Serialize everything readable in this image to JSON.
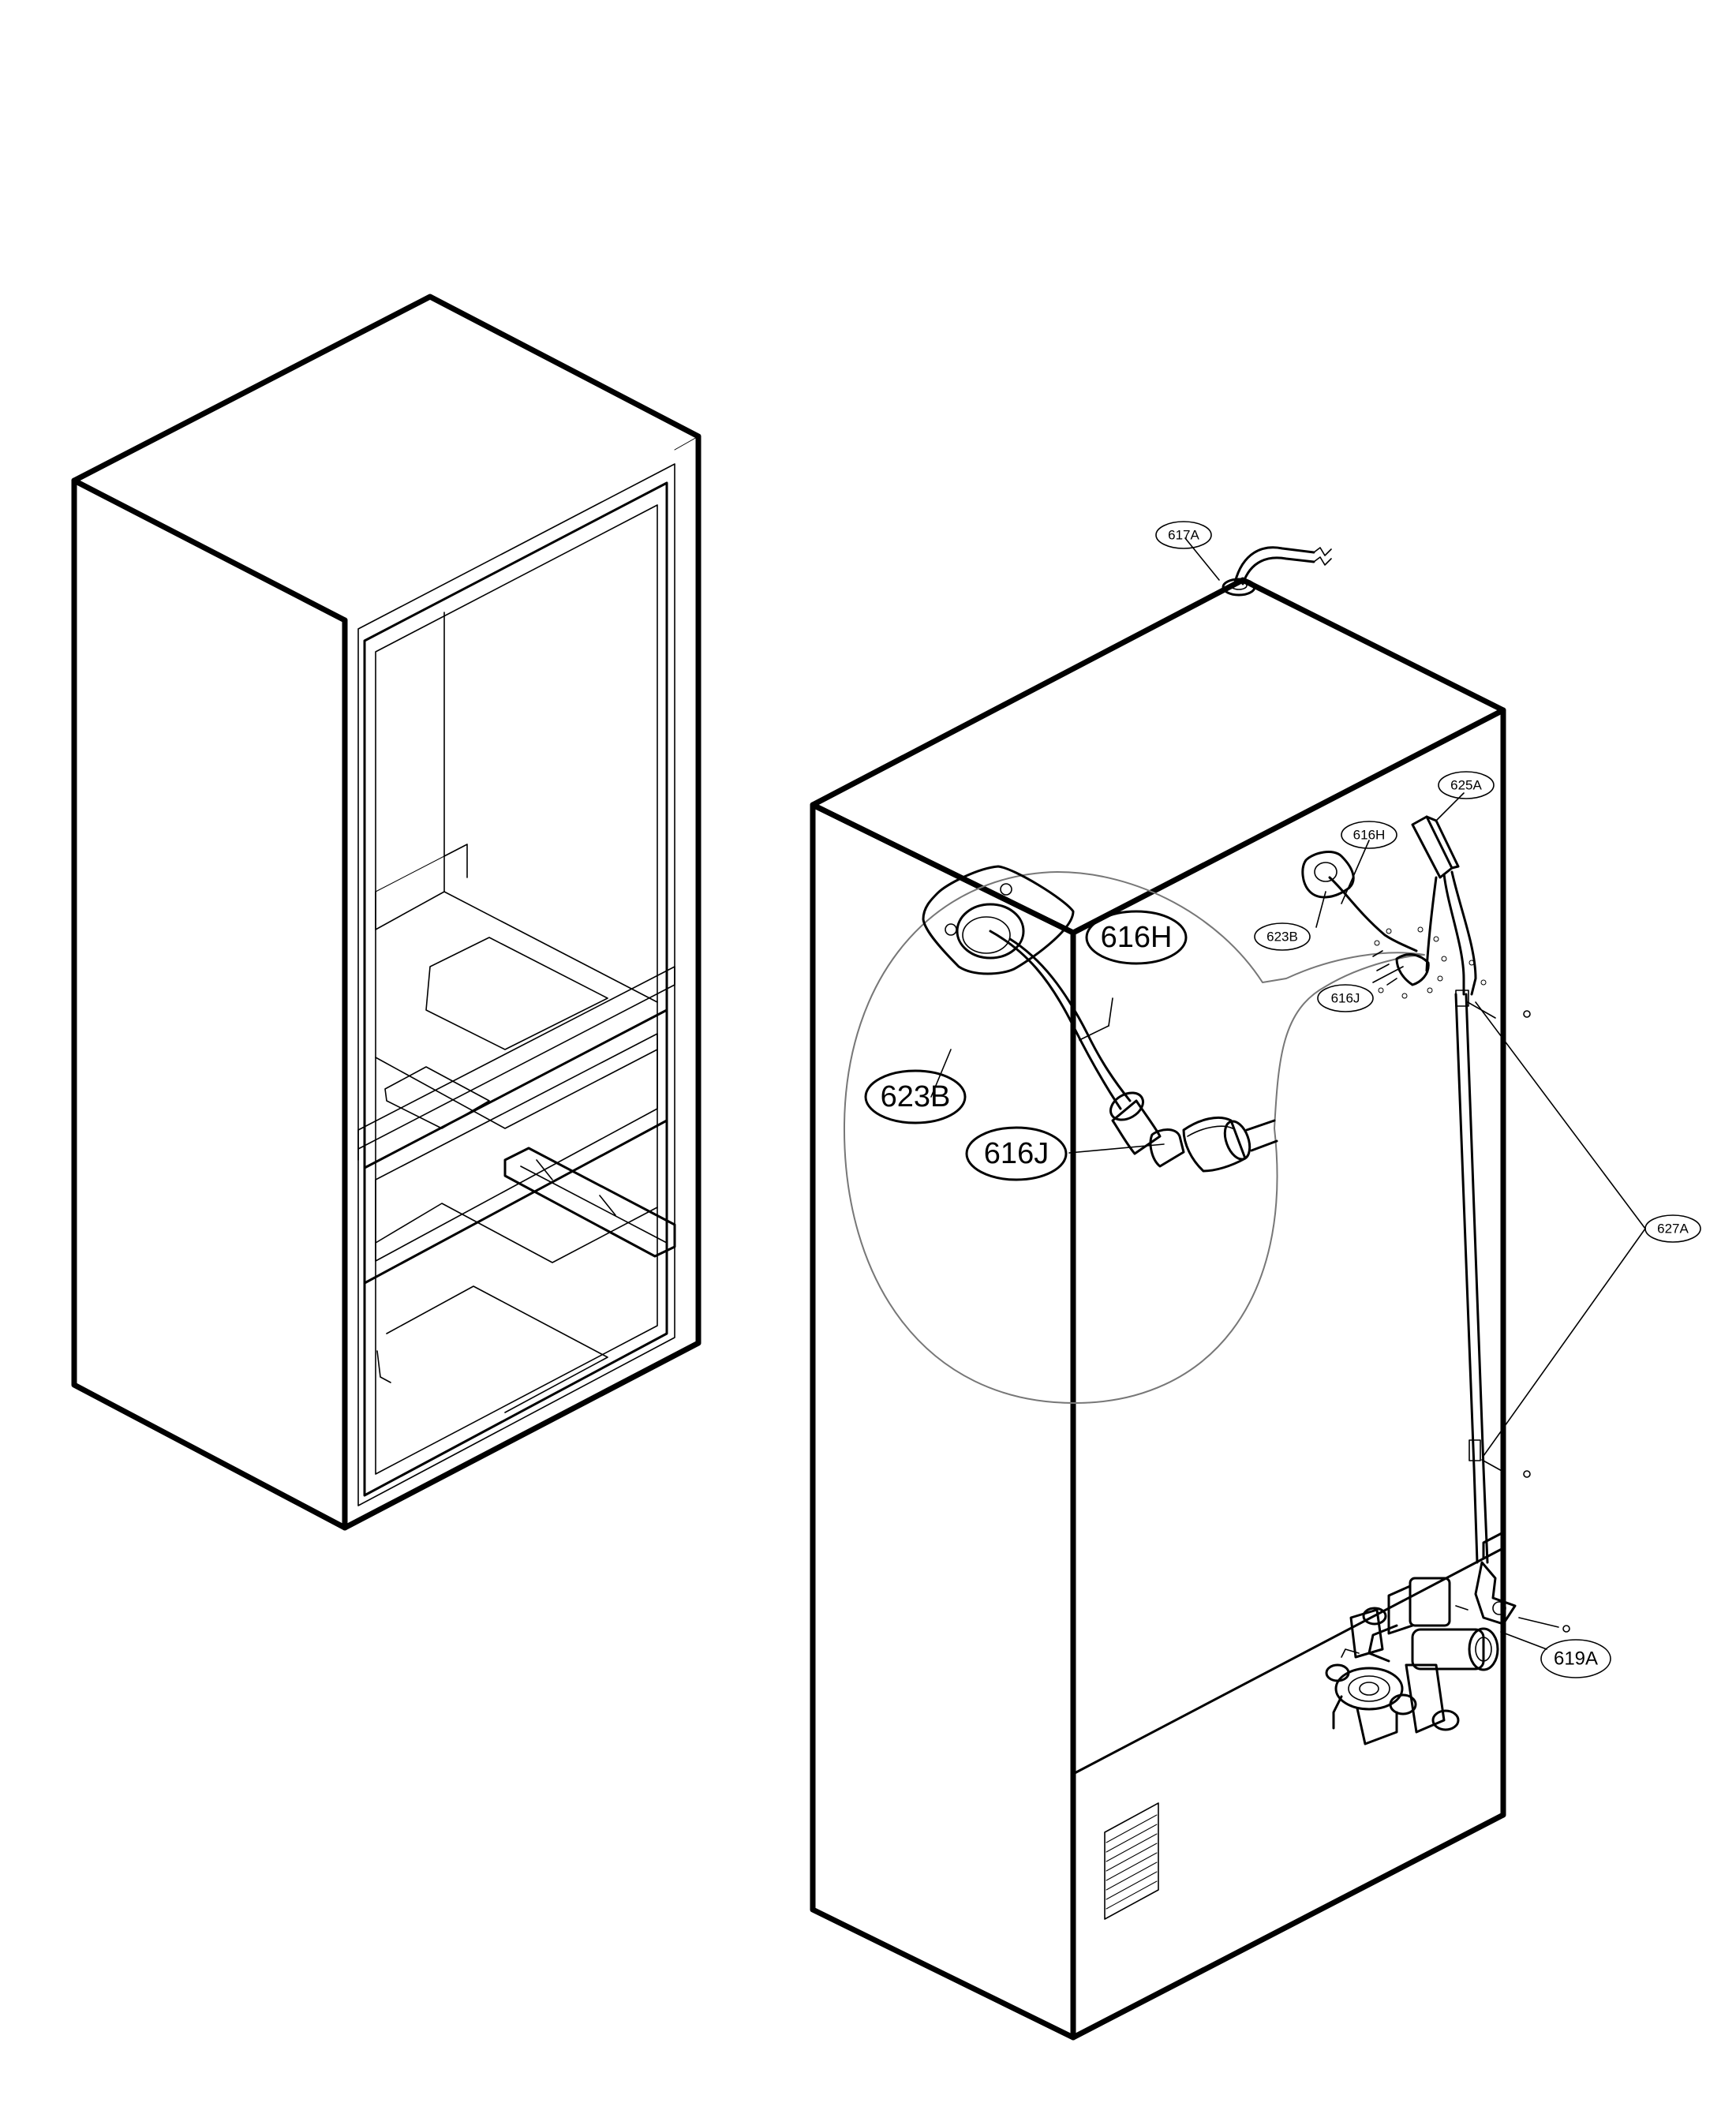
{
  "callouts": {
    "c617A": "617A",
    "c625A": "625A",
    "c616H_small": "616H",
    "c623B_small": "623B",
    "c616J_small": "616J",
    "c627A": "627A",
    "c619A": "619A",
    "c616H_large": "616H",
    "c623B_large": "623B",
    "c616J_large": "616J"
  }
}
